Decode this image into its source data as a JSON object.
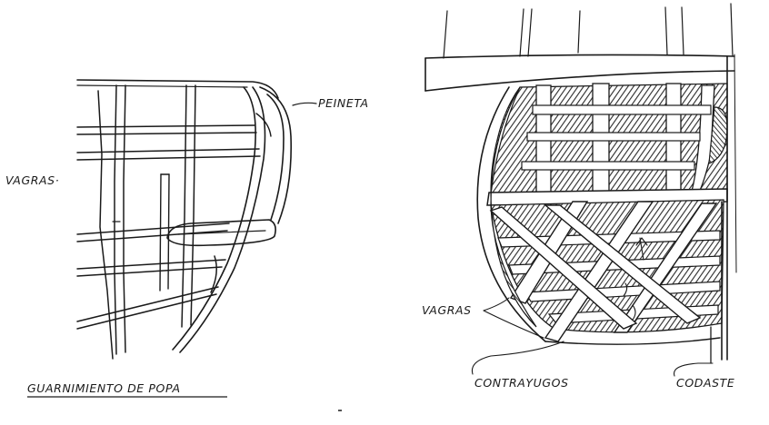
{
  "figures": {
    "left": {
      "caption": "GUARNIMIENTO DE POPA",
      "labels": {
        "peineta": "PEINETA",
        "vagras": "VAGRAS·"
      }
    },
    "right": {
      "labels": {
        "vagras": "VAGRAS",
        "contrayugos": "CONTRAYUGOS",
        "codaste": "CODASTE"
      }
    }
  },
  "colors": {
    "ink": "#1a1a1a",
    "paper": "#ffffff",
    "hatch": "#3a3a3a"
  }
}
